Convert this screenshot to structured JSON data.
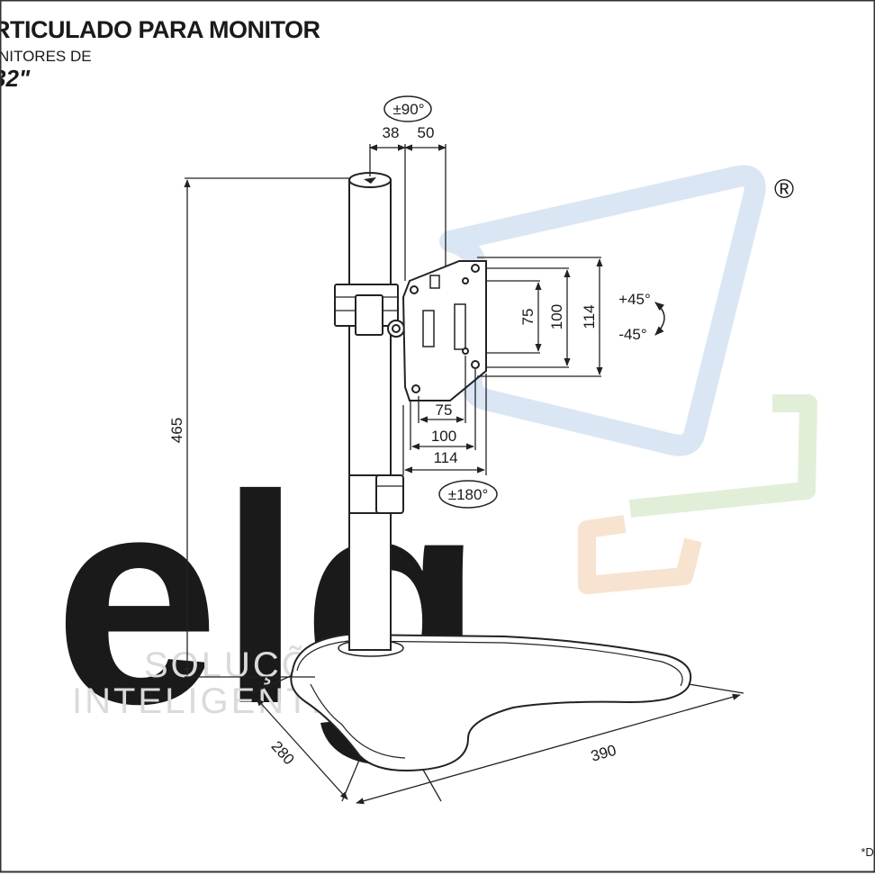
{
  "header": {
    "title": "RTICULADO PARA MONITOR",
    "subtitle": "NITORES DE",
    "size": "32\""
  },
  "watermark": {
    "brand": "elg",
    "line1": "SOLUÇÕES",
    "line2": "INTELIGENTES",
    "registered": "®",
    "colors": {
      "blue": "#dbe6f4",
      "green": "#e1efd8",
      "orange": "#f7e3cf",
      "gray": "#efefef"
    }
  },
  "dimensions": {
    "height": "465",
    "offset_left": "38",
    "offset_right": "50",
    "tilt": "±90°",
    "vesa_h_small": "75",
    "vesa_h_mid": "100",
    "vesa_h_large": "114",
    "vesa_v_small": "75",
    "vesa_v_mid": "100",
    "vesa_v_large": "114",
    "rotation_up": "+45°",
    "rotation_down": "-45°",
    "swivel": "±180°",
    "base_depth": "280",
    "base_width": "390"
  },
  "footnote": "*Dir"
}
